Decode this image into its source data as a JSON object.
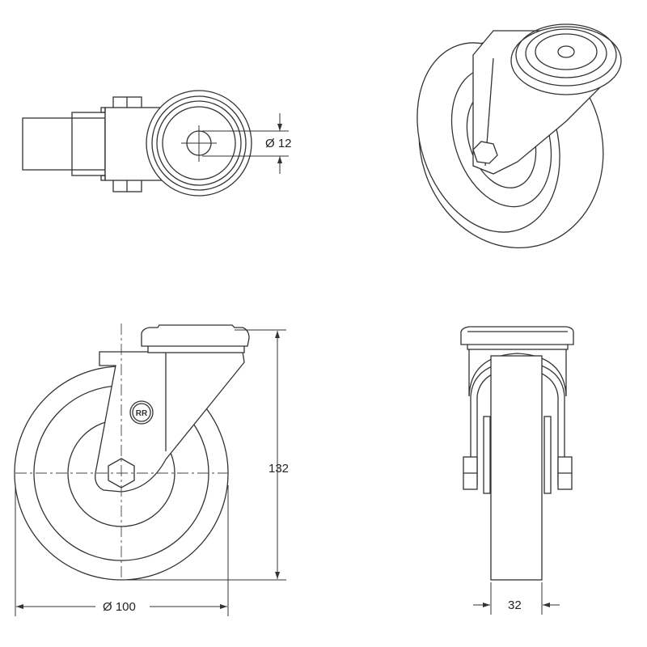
{
  "title": "Swivel castor technical drawing",
  "views": {
    "top": {
      "bore_dimension": "Ø 12"
    },
    "front": {
      "height_dimension": "132",
      "wheel_diameter_dimension": "Ø 100",
      "logo": "RR"
    },
    "side": {
      "width_dimension": "32"
    },
    "isometric": {}
  }
}
